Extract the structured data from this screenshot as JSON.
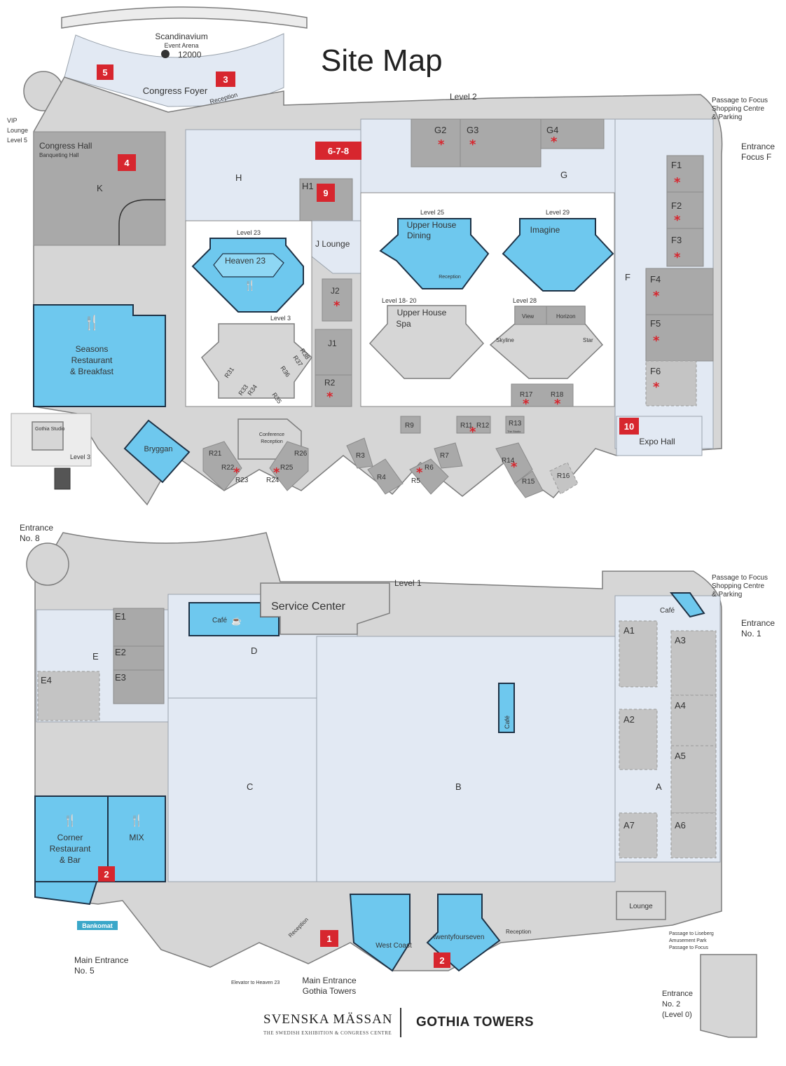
{
  "title": "Site Map",
  "upper": {
    "arena": {
      "name": "Scandinavium",
      "sub": "Event Arena",
      "capacity": "12000"
    },
    "congress_foyer": "Congress Foyer",
    "reception": "Reception",
    "vip_lounge": [
      "VIP",
      "Lounge",
      "Level 5"
    ],
    "level2": "Level 2",
    "passage_top": [
      "Passage to Focus",
      "Shopping Centre",
      "& Parking"
    ],
    "entrance_f": [
      "Entrance",
      "Focus F"
    ],
    "congress_hall": "Congress Hall",
    "banqueting_hall": "Banqueting Hall",
    "hall_k": "K",
    "hall_h": "H",
    "hall_h1": "H1",
    "hall_g": "G",
    "g_rooms": [
      "G2",
      "G3",
      "G4"
    ],
    "f_rooms": [
      "F1",
      "F2",
      "F3",
      "F4",
      "F5",
      "F6"
    ],
    "hall_f": "F",
    "j_lounge": "J Lounge",
    "j_rooms": [
      "J2",
      "J1",
      "R2"
    ],
    "seasons": [
      "Seasons",
      "Restaurant",
      "& Breakfast"
    ],
    "gothia_studio": "Gothia Studio",
    "level3_left": "Level 3",
    "bryggan": "Bryggan",
    "expo_hall": "Expo Hall",
    "level23": "Level 23",
    "heaven23": "Heaven 23",
    "level3": "Level 3",
    "r3x_rooms": [
      "R31",
      "R33",
      "R34",
      "R35",
      "R36",
      "R37",
      "R38"
    ],
    "level25": "Level 25",
    "upper_house_dining": [
      "Upper House",
      "Dining"
    ],
    "uh_reception": "Reception",
    "level18": "Level 18- 20",
    "upper_house_spa": [
      "Upper House",
      "Spa"
    ],
    "level29": "Level 29",
    "imagine": "Imagine",
    "level28": "Level 28",
    "l28_rooms": [
      "View",
      "Horizon",
      "Skyline",
      "Star"
    ],
    "r17": "R17",
    "r18": "R18",
    "conf_reception": [
      "Conference",
      "Reception"
    ],
    "r_rooms": [
      "R21",
      "R22",
      "R23",
      "R24",
      "R25",
      "R26",
      "R3",
      "R4",
      "R5",
      "R6",
      "R7",
      "R9",
      "R11",
      "R12",
      "R13",
      "R14",
      "R15",
      "R16"
    ],
    "r13_sub": "The Studio",
    "badges": [
      "5",
      "3",
      "4",
      "6-7-8",
      "9",
      "10"
    ]
  },
  "lower": {
    "entrance8": [
      "Entrance",
      "No. 8"
    ],
    "level1": "Level 1",
    "service_center": "Service Center",
    "cafe": "Café",
    "passage_top": [
      "Passage to Focus",
      "Shopping Centre",
      "& Parking"
    ],
    "entrance1": [
      "Entrance",
      "No. 1"
    ],
    "hall_e": "E",
    "e_rooms": [
      "E1",
      "E2",
      "E3",
      "E4"
    ],
    "hall_d": "D",
    "hall_c": "C",
    "hall_b": "B",
    "hall_a": "A",
    "a_rooms": [
      "A1",
      "A2",
      "A3",
      "A4",
      "A5",
      "A6",
      "A7"
    ],
    "corner_restaurant": [
      "Corner",
      "Restaurant",
      "& Bar"
    ],
    "mix": "MIX",
    "bankomat": "Bankomat",
    "main_entrance5": [
      "Main Entrance",
      "No. 5"
    ],
    "elevator_heaven": "Elevator to Heaven 23",
    "main_entrance_gothia": [
      "Main Entrance",
      "Gothia Towers"
    ],
    "reception": "Reception",
    "west_coast": "West Coast",
    "twentyfourseven": "twentyfourseven",
    "reception2": "Reception",
    "lounge": "Lounge",
    "passage_liseberg": [
      "Passage to Liseberg",
      "Amusement Park",
      "Passage to Focus"
    ],
    "entrance2": [
      "Entrance",
      "No. 2",
      "(Level 0)"
    ],
    "badges": [
      "1",
      "2",
      "2"
    ]
  },
  "footer": {
    "brand1": "SVENSKA MÄSSAN",
    "brand1_sub": "THE SWEDISH EXHIBITION & CONGRESS CENTRE",
    "brand2": "GOTHIA TOWERS"
  },
  "colors": {
    "floor": "#e2e9f3",
    "room": "#a9a9a9",
    "venue": "#6ec8ee",
    "badge": "#d7262e",
    "outline": "#1e3246"
  }
}
